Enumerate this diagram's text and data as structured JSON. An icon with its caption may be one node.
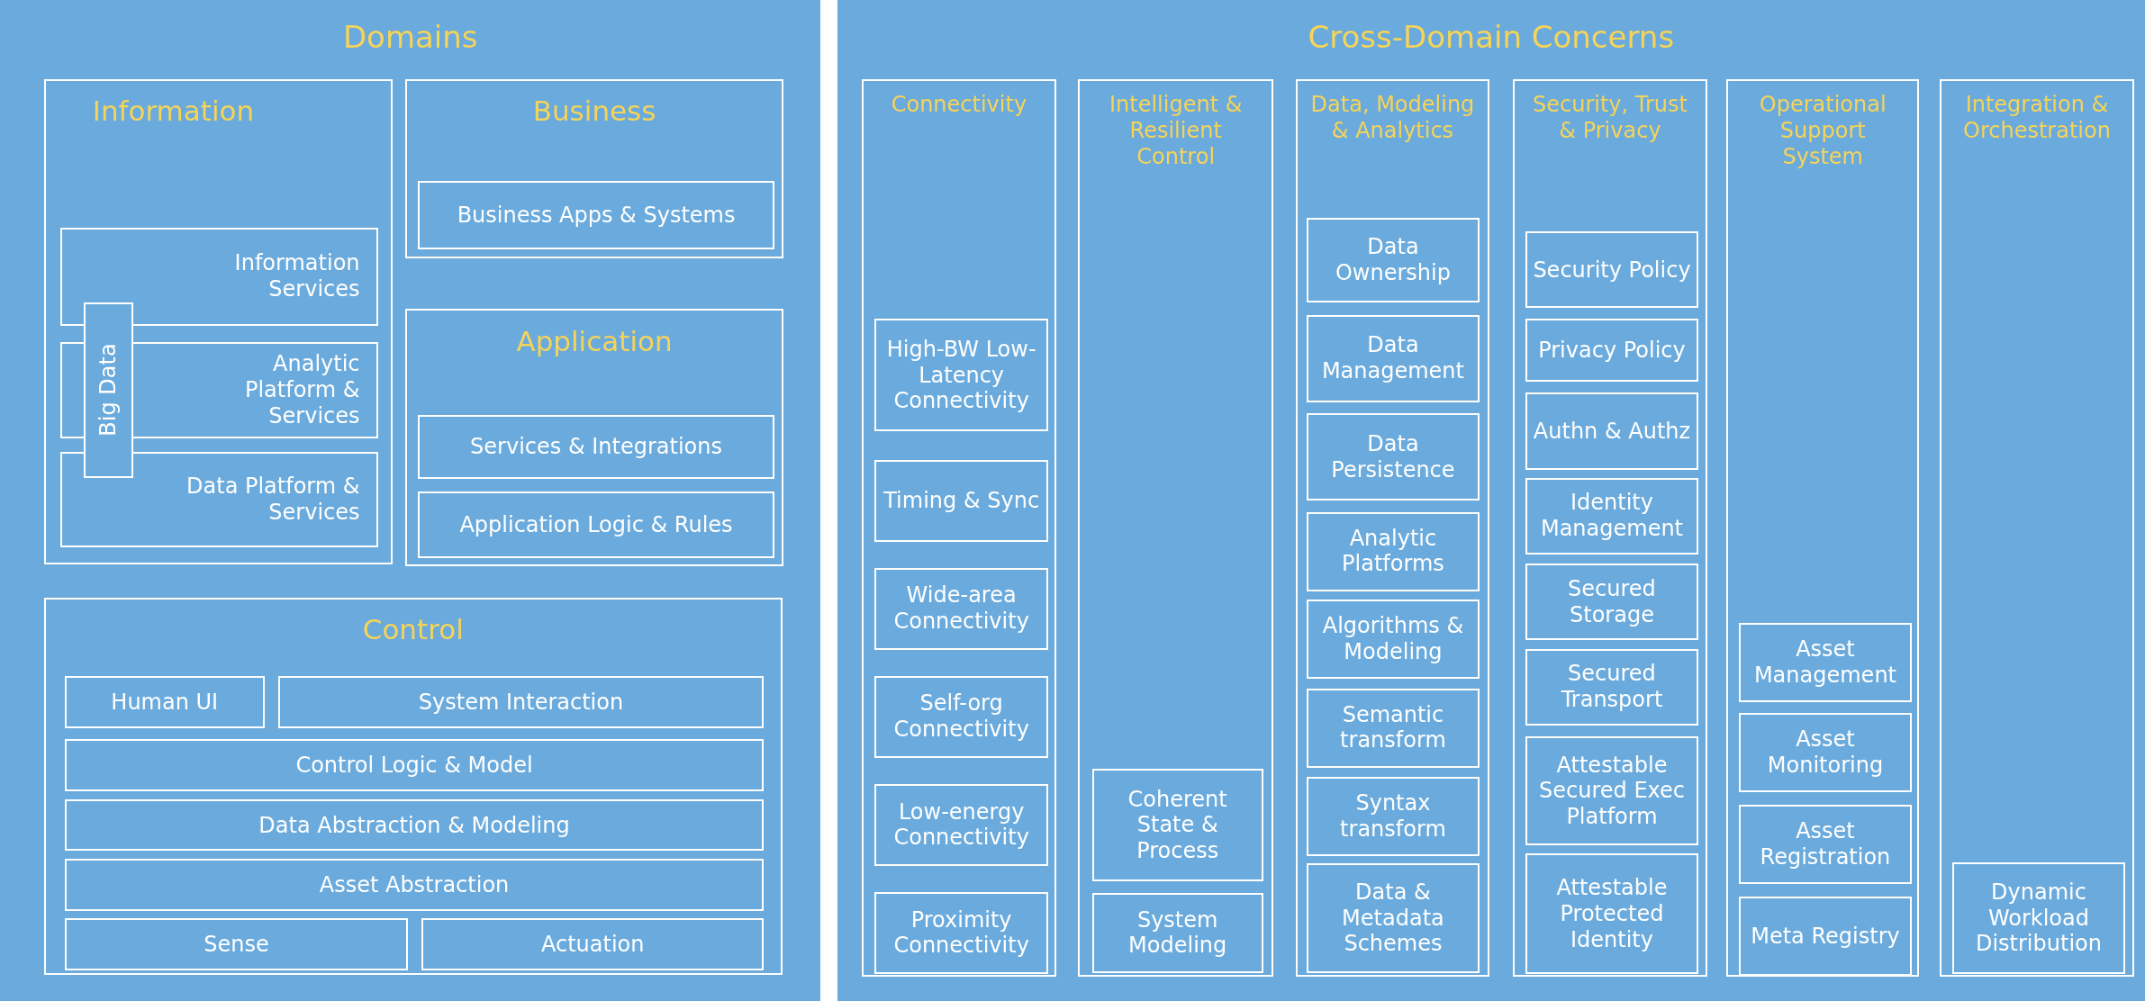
{
  "diagram": {
    "nodes": [
      {
        "text": [
          "Domains"
        ]
      },
      {
        "text": [
          "Information"
        ],
        "in": 0
      },
      {
        "text": [
          "Information Services"
        ],
        "in": 1
      },
      {
        "text": [
          "Analytic Platform & Services"
        ],
        "in": 1
      },
      {
        "text": [
          "Data Platform & Services"
        ],
        "in": 1
      },
      {
        "text": [
          "Big Data"
        ],
        "in": 1
      },
      {
        "text": [
          "Business"
        ],
        "in": 0
      },
      {
        "text": [
          "Business Apps & Systems"
        ],
        "in": 6
      },
      {
        "text": [
          "Application"
        ],
        "in": 0
      },
      {
        "text": [
          "Services & Integrations"
        ],
        "in": 8
      },
      {
        "text": [
          "Application Logic & Rules"
        ],
        "in": 8
      },
      {
        "text": [
          "Control"
        ],
        "in": 0
      },
      {
        "text": [
          "Human UI"
        ],
        "in": 11
      },
      {
        "text": [
          "System Interaction"
        ],
        "in": 11
      },
      {
        "text": [
          "Control Logic & Model"
        ],
        "in": 11
      },
      {
        "text": [
          "Data Abstraction & Modeling"
        ],
        "in": 11
      },
      {
        "text": [
          "Asset Abstraction"
        ],
        "in": 11
      },
      {
        "text": [
          "Sense"
        ],
        "in": 11
      },
      {
        "text": [
          "Actuation"
        ],
        "in": 11
      },
      {
        "text": [
          "Cross-Domain Concerns"
        ]
      },
      {
        "text": [
          "Connectivity"
        ],
        "in": 19
      },
      {
        "text": [
          "High-BW Low-Latency Connectivity"
        ],
        "in": 20
      },
      {
        "text": [
          "Timing & Sync"
        ],
        "in": 20
      },
      {
        "text": [
          "Wide-area Connectivity"
        ],
        "in": 20
      },
      {
        "text": [
          "Self-org Connectivity"
        ],
        "in": 20
      },
      {
        "text": [
          "Low-energy Connectivity"
        ],
        "in": 20
      },
      {
        "text": [
          "Proximity Connectivity"
        ],
        "in": 20
      },
      {
        "text": [
          "Intelligent & Resilient Control"
        ],
        "in": 19
      },
      {
        "text": [
          "Coherent State & Process"
        ],
        "in": 27
      },
      {
        "text": [
          "System Modeling"
        ],
        "in": 27
      },
      {
        "text": [
          "Data, Modeling & Analytics"
        ],
        "in": 19
      },
      {
        "text": [
          "Data Ownership"
        ],
        "in": 30
      },
      {
        "text": [
          "Data Management"
        ],
        "in": 30
      },
      {
        "text": [
          "Data Persistence"
        ],
        "in": 30
      },
      {
        "text": [
          "Analytic Platforms"
        ],
        "in": 30
      },
      {
        "text": [
          "Algorithms & Modeling"
        ],
        "in": 30
      },
      {
        "text": [
          "Semantic transform"
        ],
        "in": 30
      },
      {
        "text": [
          "Syntax transform"
        ],
        "in": 30
      },
      {
        "text": [
          "Data & Metadata Schemes"
        ],
        "in": 30
      },
      {
        "text": [
          "Security, Trust & Privacy"
        ],
        "in": 19
      },
      {
        "text": [
          "Security Policy"
        ],
        "in": 39
      },
      {
        "text": [
          "Privacy Policy"
        ],
        "in": 39
      },
      {
        "text": [
          "Authn & Authz"
        ],
        "in": 39
      },
      {
        "text": [
          "Identity Management"
        ],
        "in": 39
      },
      {
        "text": [
          "Secured Storage"
        ],
        "in": 39
      },
      {
        "text": [
          "Secured Transport"
        ],
        "in": 39
      },
      {
        "text": [
          "Attestable Secured Exec Platform"
        ],
        "in": 39
      },
      {
        "text": [
          "Attestable Protected Identity"
        ],
        "in": 39
      },
      {
        "text": [
          "Operational Support System"
        ],
        "in": 19
      },
      {
        "text": [
          "Asset Management"
        ],
        "in": 48
      },
      {
        "text": [
          "Asset Monitoring"
        ],
        "in": 48
      },
      {
        "text": [
          "Asset Registration"
        ],
        "in": 48
      },
      {
        "text": [
          "Meta Registry"
        ],
        "in": 48
      },
      {
        "text": [
          "Integration & Orchestration"
        ],
        "in": 19
      },
      {
        "text": [
          "Dynamic Workload Distribution"
        ],
        "in": 53
      }
    ]
  }
}
